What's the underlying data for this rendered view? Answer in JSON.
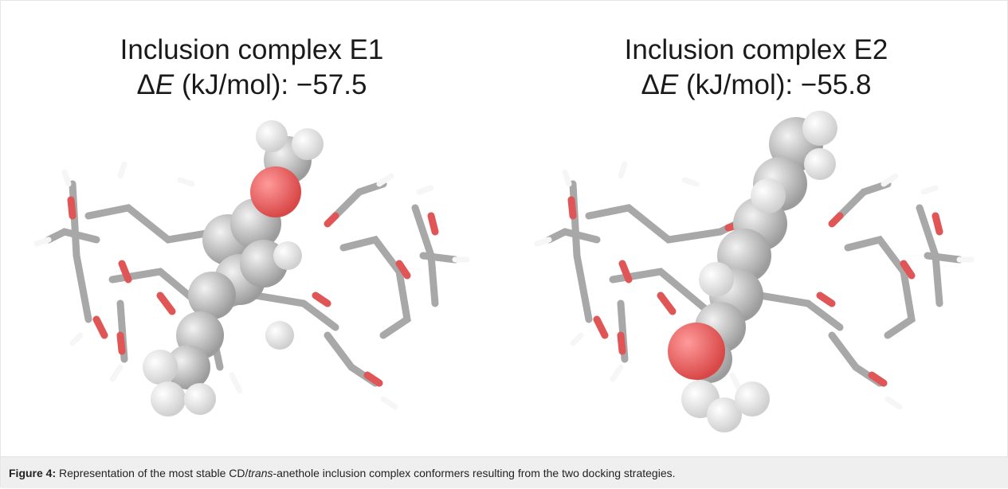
{
  "panels": [
    {
      "title": "Inclusion complex E1",
      "energy_symbol": "E",
      "energy_label": " (kJ/mol): ",
      "energy_value": "−57.5"
    },
    {
      "title": "Inclusion complex E2",
      "energy_symbol": "E",
      "energy_label": " (kJ/mol): ",
      "energy_value": "−55.8"
    }
  ],
  "caption": {
    "label": "Figure 4:",
    "text_before": " Representation of the most stable CD/",
    "italic": "trans",
    "text_after": "-anethole inclusion complex conformers resulting from the two docking strategies."
  },
  "colors": {
    "carbon": "#a5a5a5",
    "oxygen": "#e05555",
    "hydrogen": "#f6f6f6",
    "guest_carbon": "#cfcfcf",
    "caption_bg": "#efefef"
  }
}
